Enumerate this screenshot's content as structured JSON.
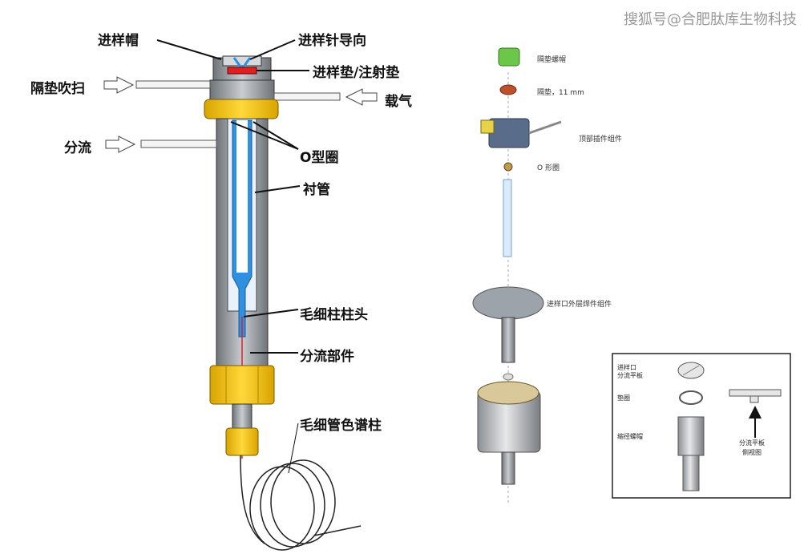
{
  "watermark": "搜狐号@合肥肽库生物科技",
  "left_labels": {
    "septum_cap": "进样帽",
    "needle_guide": "进样针导向",
    "septum": "进样垫/注射垫",
    "purge": "隔垫吹扫",
    "carrier_gas": "载气",
    "split": "分流",
    "o_ring": "O型圈",
    "liner": "衬管",
    "column_head": "毛细柱柱头",
    "split_part": "分流部件",
    "capillary_column": "毛细管色谱柱"
  },
  "exploded_labels": {
    "septum_nut": "隔垫螺帽",
    "septum_11mm": "隔垫，11 mm",
    "top_insert": "顶部插件组件",
    "oring": "O 形圈",
    "weldment": "进样口外层焊件组件"
  },
  "inset_labels": {
    "split_plate_a": "进样口",
    "split_plate_b": "分流平板",
    "washer": "垫圈",
    "reducing_nut": "缩径螺帽",
    "side_a": "分流平板",
    "side_b": "侧视图"
  },
  "colors": {
    "body_gray": "#a8acb0",
    "nut_yellow": "#f5c400",
    "blue": "#2f8fe0",
    "red": "#e0201e"
  }
}
